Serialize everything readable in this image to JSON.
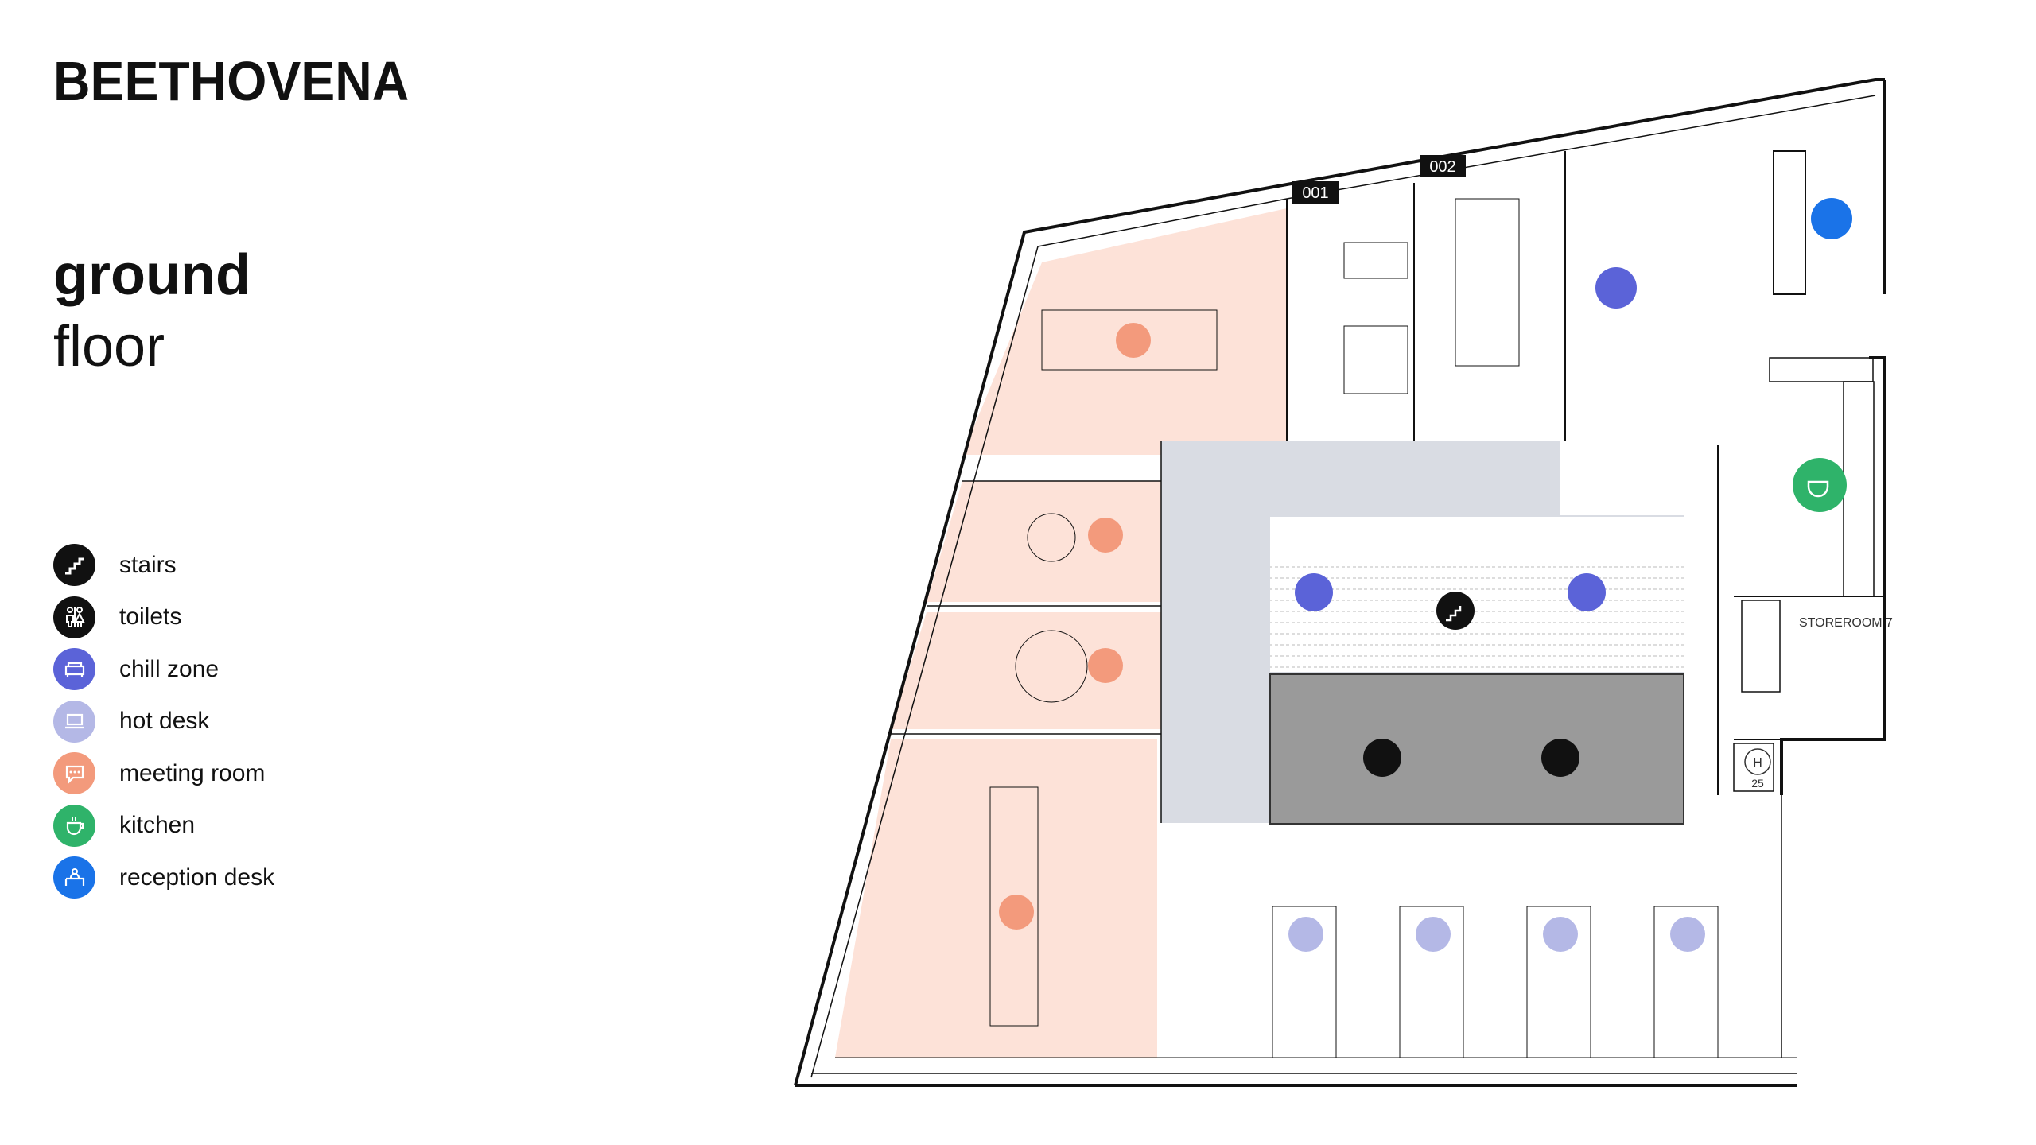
{
  "building_name": "BEETHOVENA",
  "floor": {
    "line1": "ground",
    "line2": "floor"
  },
  "legend": [
    {
      "label": "stairs",
      "icon": "stairs-icon",
      "color": "#111111"
    },
    {
      "label": "toilets",
      "icon": "toilets-icon",
      "color": "#111111"
    },
    {
      "label": "chill zone",
      "icon": "sofa-icon",
      "color": "#5b63d8"
    },
    {
      "label": "hot desk",
      "icon": "laptop-icon",
      "color": "#b4b8e6"
    },
    {
      "label": "meeting room",
      "icon": "chat-icon",
      "color": "#f39a7c"
    },
    {
      "label": "kitchen",
      "icon": "cup-icon",
      "color": "#2fb36a"
    },
    {
      "label": "reception desk",
      "icon": "reception-icon",
      "color": "#1a73e8"
    }
  ],
  "room_labels": {
    "r001": "001",
    "r002": "002",
    "storeroom": "STOREROOM 7",
    "lift": "25"
  },
  "colors": {
    "meeting_fill": "#fde2d8",
    "core_fill": "#d9dce3",
    "toilet_fill": "#9a9a9a"
  }
}
